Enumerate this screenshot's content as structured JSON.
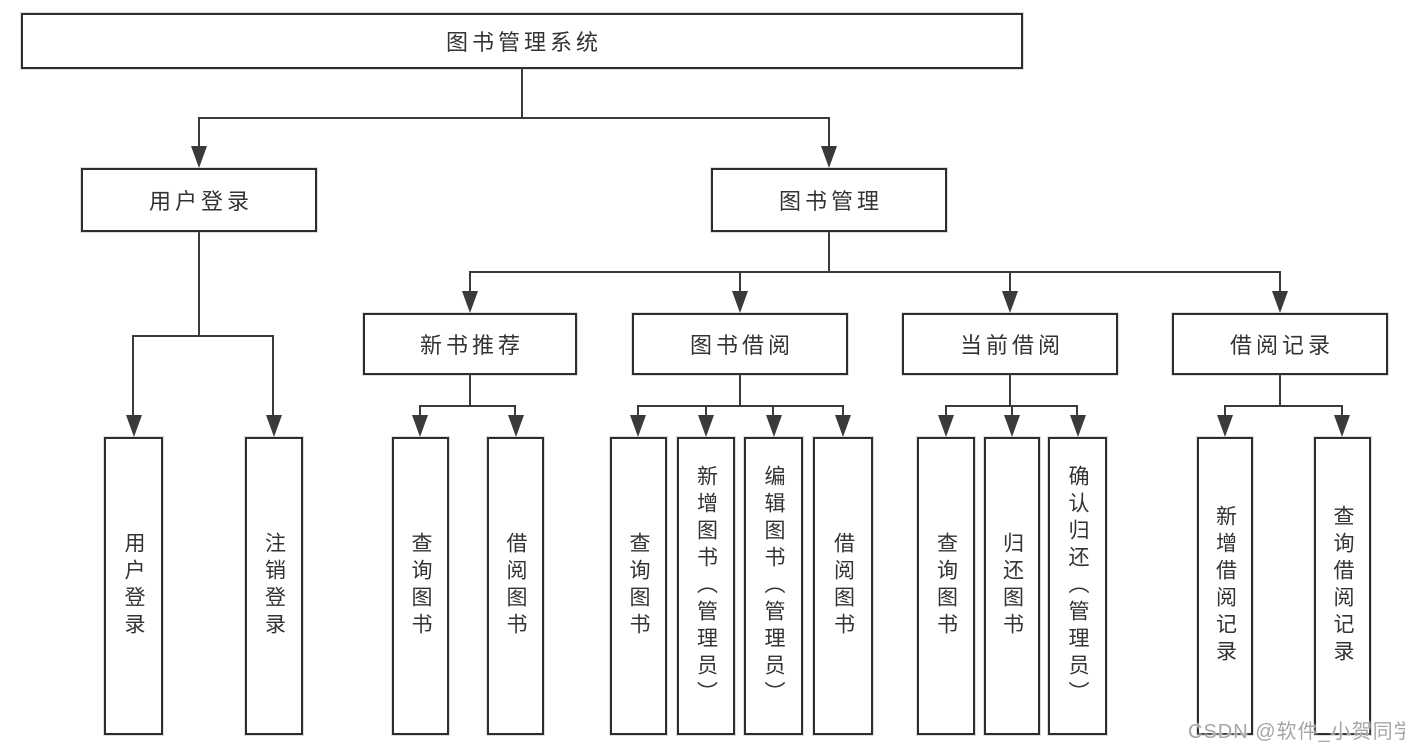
{
  "tree": {
    "root": {
      "label": "图书管理系统",
      "children": [
        {
          "label": "用户登录",
          "children": [
            {
              "label": "用户登录"
            },
            {
              "label": "注销登录"
            }
          ]
        },
        {
          "label": "图书管理",
          "children": [
            {
              "label": "新书推荐",
              "children": [
                {
                  "label": "查询图书"
                },
                {
                  "label": "借阅图书"
                }
              ]
            },
            {
              "label": "图书借阅",
              "children": [
                {
                  "label": "查询图书"
                },
                {
                  "label": "新增图书（管理员）"
                },
                {
                  "label": "编辑图书（管理员）"
                },
                {
                  "label": "借阅图书"
                }
              ]
            },
            {
              "label": "当前借阅",
              "children": [
                {
                  "label": "查询图书"
                },
                {
                  "label": "归还图书"
                },
                {
                  "label": "确认归还（管理员）"
                }
              ]
            },
            {
              "label": "借阅记录",
              "children": [
                {
                  "label": "新增借阅记录"
                },
                {
                  "label": "查询借阅记录"
                }
              ]
            }
          ]
        }
      ]
    }
  },
  "watermark": {
    "text": "CSDN @软件_小贺同学"
  },
  "colors": {
    "line": "#3a3a3a",
    "box_border": "#2d2d2d",
    "box_background": "#ffffff",
    "text": "#333333",
    "watermark": "#a6a6a6",
    "page_background": "#ffffff"
  }
}
